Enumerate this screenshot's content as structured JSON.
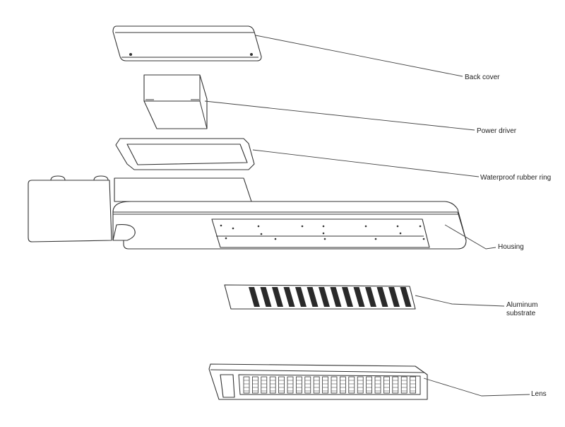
{
  "labels": {
    "back_cover": "Back cover",
    "power_driver": "Power driver",
    "rubber_ring": "Waterproof rubber ring",
    "housing": "Housing",
    "aluminum_1": "Aluminum",
    "aluminum_2": "substrate",
    "lens": "Lens"
  },
  "colors": {
    "line": "#333333",
    "led": "#2a2a2a"
  },
  "led_columns": 14,
  "lens_columns": 20
}
